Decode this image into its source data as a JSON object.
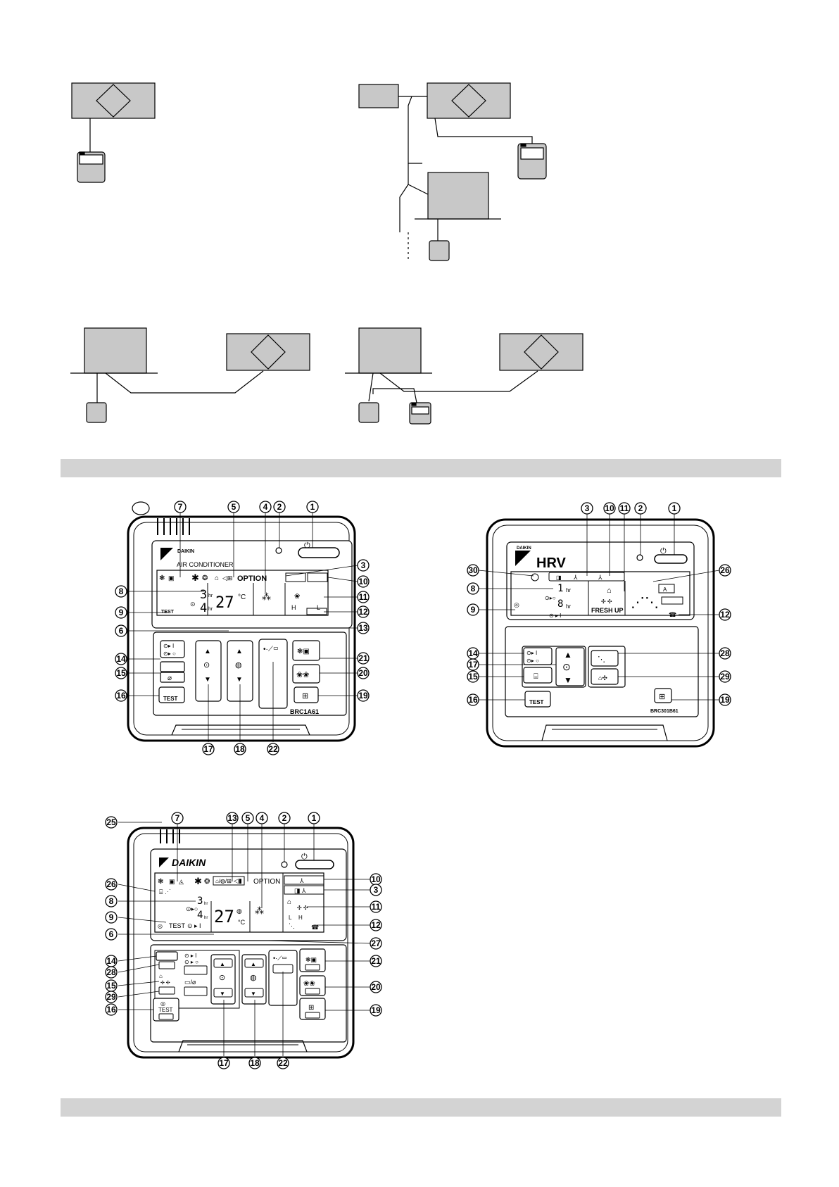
{
  "colors": {
    "unit_fill": "#c8c8c8",
    "bar_fill": "#d3d3d3",
    "ink": "#000000"
  },
  "remote_a": {
    "brand": "DAIKIN",
    "product": "AIR CONDITIONER",
    "option": "OPTION",
    "timer_upper": "3",
    "timer_lower": "4",
    "hr": "hr",
    "temp": "27",
    "unit_c": "°C",
    "test": "TEST",
    "fan_h": "H",
    "fan_l": "L",
    "model": "BRC1A61",
    "callouts": [
      "7",
      "5",
      "4",
      "2",
      "1",
      "3",
      "10",
      "8",
      "11",
      "9",
      "12",
      "6",
      "13",
      "14",
      "21",
      "15",
      "20",
      "16",
      "19",
      "17",
      "18",
      "22"
    ]
  },
  "remote_b": {
    "brand": "DAIKIN",
    "product": "HRV",
    "timer_upper": "1",
    "timer_lower": "8",
    "hr": "hr",
    "fresh_up": "FRESH UP",
    "test": "TEST",
    "model": "BRC301B61",
    "callouts": [
      "3",
      "10",
      "11",
      "2",
      "1",
      "30",
      "26",
      "8",
      "9",
      "12",
      "14",
      "28",
      "17",
      "15",
      "29",
      "16",
      "19"
    ]
  },
  "remote_c": {
    "brand": "DAIKIN",
    "option": "OPTION",
    "timer_upper": "3",
    "timer_lower": "4",
    "hr": "hr",
    "temp": "27",
    "unit_c": "°C",
    "test": "TEST",
    "fan_l": "L",
    "fan_h": "H",
    "callouts": [
      "25",
      "7",
      "13",
      "5",
      "4",
      "2",
      "1",
      "26",
      "10",
      "3",
      "8",
      "11",
      "9",
      "12",
      "6",
      "27",
      "14",
      "28",
      "21",
      "15",
      "29",
      "20",
      "16",
      "19",
      "17",
      "18",
      "22"
    ]
  }
}
